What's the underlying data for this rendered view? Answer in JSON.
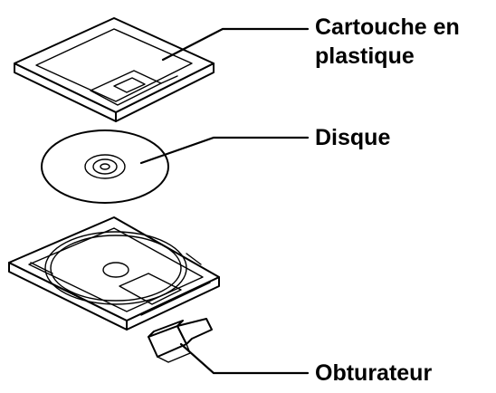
{
  "labels": {
    "cartridge_line1": "Cartouche en",
    "cartridge_line2": "plastique",
    "disc": "Disque",
    "shutter": "Obturateur"
  }
}
